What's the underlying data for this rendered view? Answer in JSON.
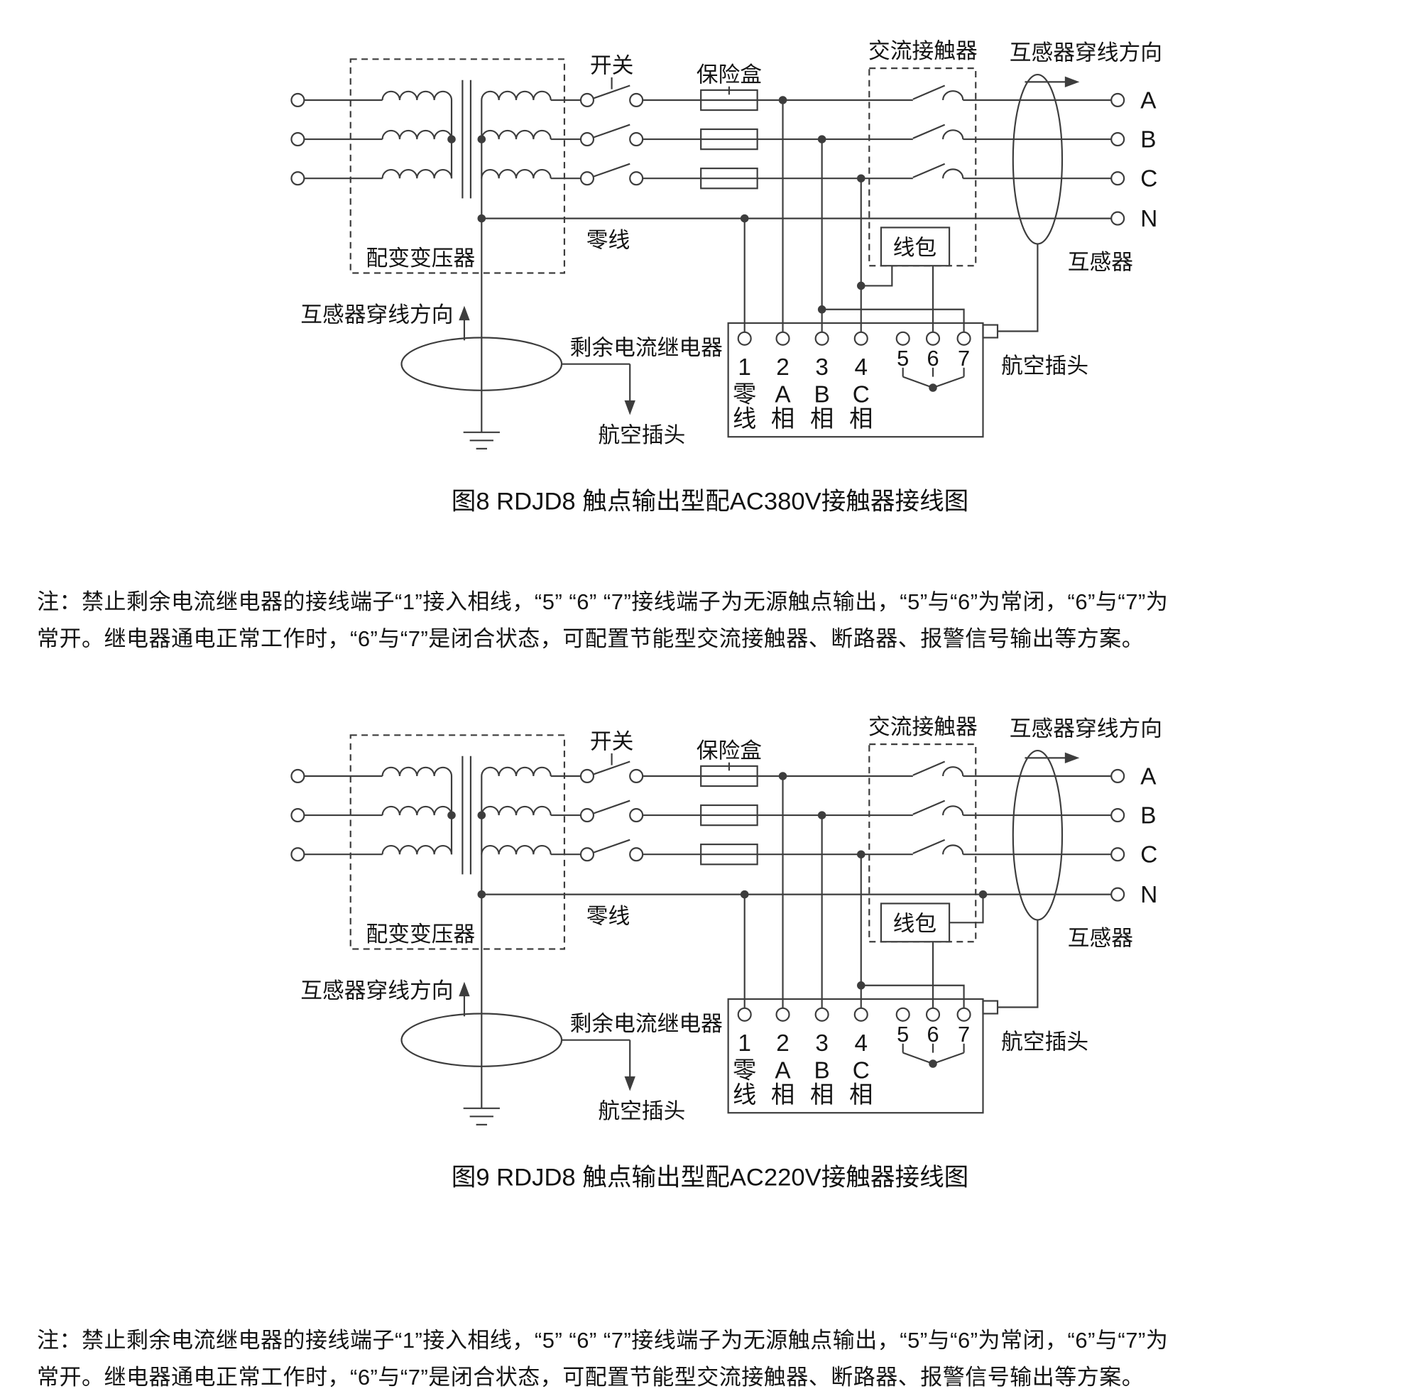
{
  "page": {
    "background": "#ffffff",
    "line_color": "#3d3d3d",
    "text_color": "#141414"
  },
  "labels": {
    "switch": "开关",
    "fuse_box": "保险盒",
    "ac_contactor": "交流接触器",
    "ct_thread_direction_top": "互感器穿线方向",
    "ct_thread_direction_left": "互感器穿线方向",
    "current_transformer": "互感器",
    "neutral_line": "零线",
    "distribution_transformer": "配变变压器",
    "residual_current_relay": "剩余电流继电器",
    "aviation_plug_left": "航空插头",
    "aviation_plug_right": "航空插头",
    "coil": "线包",
    "phases": [
      "A",
      "B",
      "C",
      "N"
    ],
    "terminal_numbers": [
      "1",
      "2",
      "3",
      "4",
      "5",
      "6",
      "7"
    ],
    "terminal_names": [
      "零线",
      "A相",
      "B相",
      "C相"
    ]
  },
  "figure8": {
    "caption": "图8 RDJD8  触点输出型配AC380V接触器接线图",
    "coil_supply": "AC380V"
  },
  "figure9": {
    "caption": "图9 RDJD8  触点输出型配AC220V接触器接线图",
    "coil_supply": "AC220V"
  },
  "note1": {
    "line1": "注：禁止剩余电流继电器的接线端子“1”接入相线，“5” “6” “7”接线端子为无源触点输出，“5”与“6”为常闭，“6”与“7”为",
    "line2": "常开。继电器通电正常工作时，“6”与“7”是闭合状态，可配置节能型交流接触器、断路器、报警信号输出等方案。"
  },
  "note2": {
    "line1": "注：禁止剩余电流继电器的接线端子“1”接入相线，“5” “6” “7”接线端子为无源触点输出，“5”与“6”为常闭，“6”与“7”为",
    "line2": "常开。继电器通电正常工作时，“6”与“7”是闭合状态，可配置节能型交流接触器、断路器、报警信号输出等方案。"
  }
}
